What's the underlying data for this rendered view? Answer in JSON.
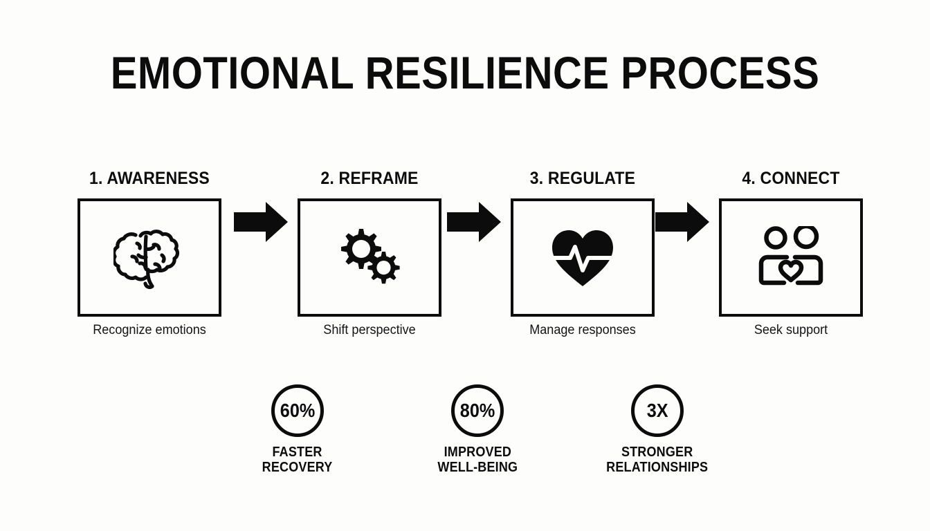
{
  "page": {
    "title": "EMOTIONAL RESILIENCE PROCESS",
    "background_color": "#fdfdfc",
    "ink_color": "#0c0c0c"
  },
  "process": {
    "connector_icon": "right-arrow-icon",
    "steps": [
      {
        "label": "1. AWARENESS",
        "caption": "Recognize emotions",
        "icon": "brain-icon"
      },
      {
        "label": "2. REFRAME",
        "caption": "Shift perspective",
        "icon": "gears-icon"
      },
      {
        "label": "3. REGULATE",
        "caption": "Manage responses",
        "icon": "heart-pulse-icon"
      },
      {
        "label": "4. CONNECT",
        "caption": "Seek support",
        "icon": "two-people-heart-hands-icon"
      }
    ]
  },
  "stats": [
    {
      "value": "60%",
      "label": "FASTER\nRECOVERY"
    },
    {
      "value": "80%",
      "label": "IMPROVED\nWELL-BEING"
    },
    {
      "value": "3X",
      "label": "STRONGER\nRELATIONSHIPS"
    }
  ]
}
